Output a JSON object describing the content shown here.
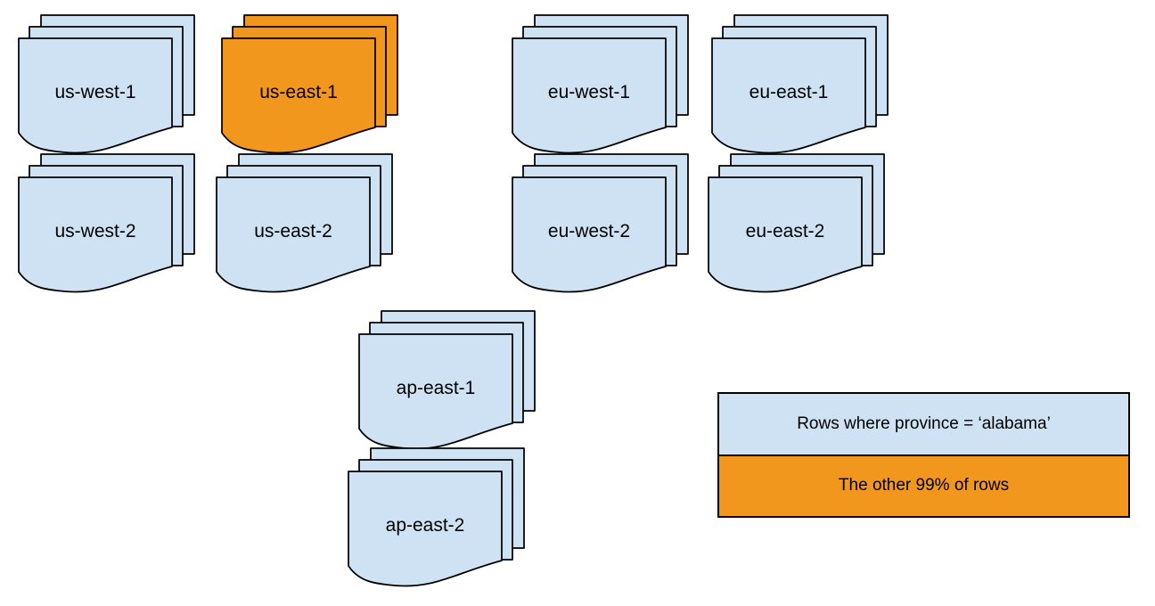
{
  "colors": {
    "page_blue": "#cfe2f3",
    "page_orange": "#f2971e",
    "outline": "#000000",
    "background": "#ffffff"
  },
  "stacks": [
    {
      "label": "us-west-1",
      "highlighted": false
    },
    {
      "label": "us-east-1",
      "highlighted": true
    },
    {
      "label": "eu-west-1",
      "highlighted": false
    },
    {
      "label": "eu-east-1",
      "highlighted": false
    },
    {
      "label": "us-west-2",
      "highlighted": false
    },
    {
      "label": "us-east-2",
      "highlighted": false
    },
    {
      "label": "eu-west-2",
      "highlighted": false
    },
    {
      "label": "eu-east-2",
      "highlighted": false
    },
    {
      "label": "ap-east-1",
      "highlighted": false
    },
    {
      "label": "ap-east-2",
      "highlighted": false
    }
  ],
  "legend": {
    "items": [
      {
        "label": "Rows where province = ‘alabama’",
        "color": "#cfe2f3"
      },
      {
        "label": "The other 99% of rows",
        "color": "#f2971e"
      }
    ]
  }
}
